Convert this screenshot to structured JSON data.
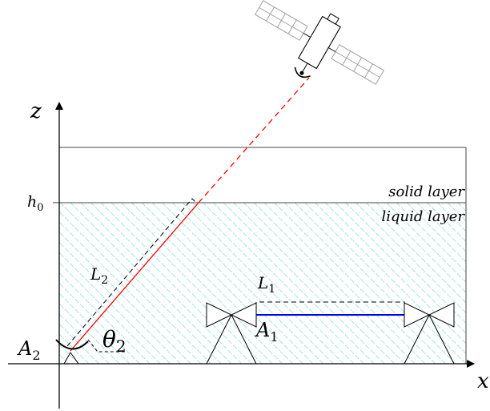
{
  "axes": {
    "z_label": "z",
    "x_label": "x",
    "h0_label": "h",
    "h0_sub": "0"
  },
  "layers": {
    "solid": "solid layer",
    "liquid": "liquid layer"
  },
  "labels": {
    "L2_main": "L",
    "L2_sub": "2",
    "L1_main": "L",
    "L1_sub": "1",
    "A2_main": "A",
    "A2_sub": "2",
    "A1_main": "A",
    "A1_sub": "1",
    "theta_main": "θ",
    "theta_sub": "2"
  },
  "colors": {
    "hatch": "#7fd8d8",
    "ray": "#ff0000",
    "link": "#0000ff",
    "satellite_panel": "#a0a0a0"
  },
  "icons": [
    "satellite-icon",
    "antenna-icon",
    "dish-icon"
  ]
}
